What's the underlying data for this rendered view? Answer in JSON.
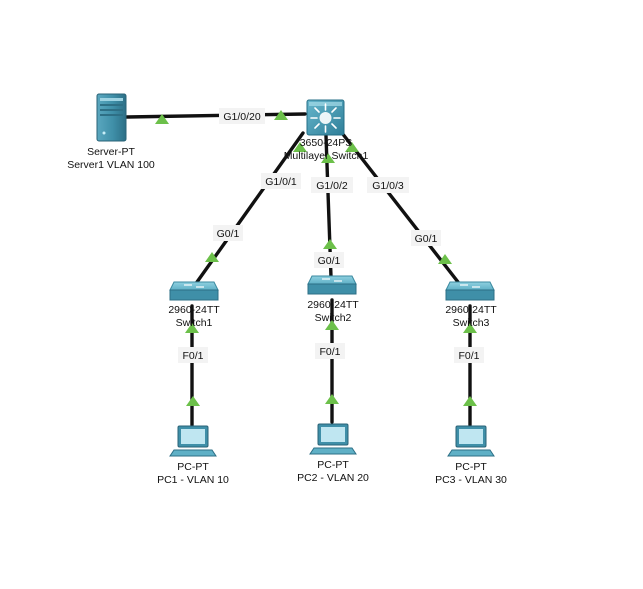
{
  "devices": {
    "server": {
      "model": "Server-PT",
      "name": "Server1 VLAN 100"
    },
    "core": {
      "model": "3650-24PS",
      "name": "Multilayer Switch1"
    },
    "switch1": {
      "model": "2960-24TT",
      "name": "Switch1"
    },
    "switch2": {
      "model": "2960-24TT",
      "name": "Switch2"
    },
    "switch3": {
      "model": "2960-24TT",
      "name": "Switch3"
    },
    "pc1": {
      "model": "PC-PT",
      "name": "PC1 - VLAN 10"
    },
    "pc2": {
      "model": "PC-PT",
      "name": "PC2 - VLAN 20"
    },
    "pc3": {
      "model": "PC-PT",
      "name": "PC3 - VLAN 30"
    }
  },
  "ports": {
    "core_server": "G1/0/20",
    "core_sw1": "G1/0/1",
    "core_sw2": "G1/0/2",
    "core_sw3": "G1/0/3",
    "sw1_up": "G0/1",
    "sw2_up": "G0/1",
    "sw3_up": "G0/1",
    "sw1_pc": "F0/1",
    "sw2_pc": "F0/1",
    "sw3_pc": "F0/1"
  },
  "colors": {
    "link": "#111111",
    "link_status": "#6cc04a",
    "device": "#3f8fa8"
  },
  "link_status": "up"
}
